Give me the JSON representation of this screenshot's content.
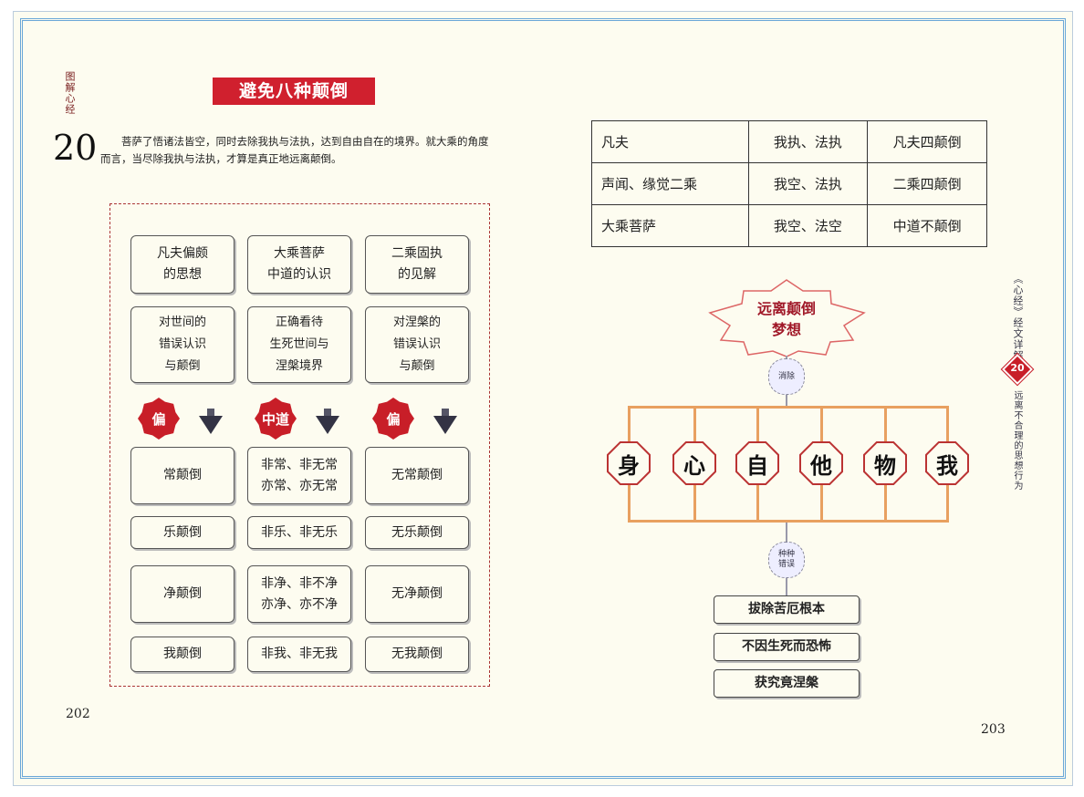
{
  "left_page": {
    "running_head": "图解心经",
    "chapter_number": "20",
    "title": "避免八种颠倒",
    "intro": "菩萨了悟诸法皆空，同时去除我执与法执，达到自由自在的境界。就大乘的角度而言，当尽除我执与法执，才算是真正地远离颠倒。",
    "columns": [
      {
        "header": "凡夫偏颇\n的思想",
        "desc": "对世间的\n错误认识\n与颠倒",
        "badge": "偏",
        "items": [
          "常颠倒",
          "乐颠倒",
          "净颠倒",
          "我颠倒"
        ]
      },
      {
        "header": "大乘菩萨\n中道的认识",
        "desc": "正确看待\n生死世间与\n涅槃境界",
        "badge": "中道",
        "items": [
          "非常、非无常\n亦常、亦无常",
          "非乐、非无乐",
          "非净、非不净\n亦净、亦不净",
          "非我、非无我"
        ]
      },
      {
        "header": "二乘固执\n的见解",
        "desc": "对涅槃的\n错误认识\n与颠倒",
        "badge": "偏",
        "items": [
          "无常颠倒",
          "无乐颠倒",
          "无净颠倒",
          "无我颠倒"
        ]
      }
    ],
    "page_number": "202"
  },
  "right_page": {
    "table": [
      [
        "凡夫",
        "我执、法执",
        "凡夫四颠倒"
      ],
      [
        "声闻、缘觉二乘",
        "我空、法执",
        "二乘四颠倒"
      ],
      [
        "大乘菩萨",
        "我空、法空",
        "中道不颠倒"
      ]
    ],
    "star_text_1": "远离颠倒",
    "star_text_2": "梦想",
    "cloud_top": "消除",
    "nodes": [
      "身",
      "心",
      "自",
      "他",
      "物",
      "我"
    ],
    "cloud_bottom": "种种\n错误",
    "results": [
      "拔除苦厄根本",
      "不因生死而恐怖",
      "获究竟涅槃"
    ],
    "side_head": "《心经》经文详解",
    "side_number": "20",
    "side_subtitle": "远离不合理的思想行为",
    "page_number": "203"
  },
  "colors": {
    "accent": "#d0202e",
    "frame": "#6aa7d8",
    "line": "#e8a060"
  }
}
